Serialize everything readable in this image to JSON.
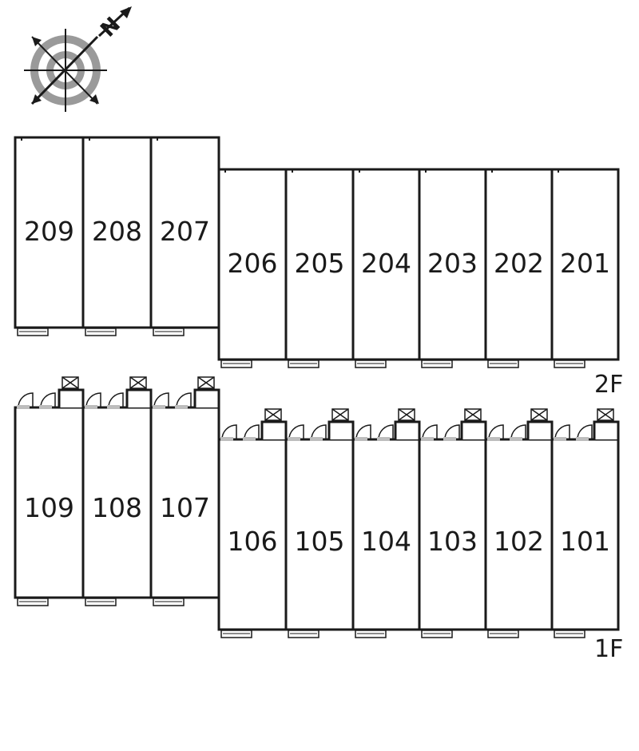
{
  "compass": {
    "north_label": "N",
    "icon": "compass-rose-icon"
  },
  "floors": [
    {
      "name": "2F",
      "units": [
        "209",
        "208",
        "207",
        "206",
        "205",
        "204",
        "203",
        "202",
        "201"
      ]
    },
    {
      "name": "1F",
      "units": [
        "109",
        "108",
        "107",
        "106",
        "105",
        "104",
        "103",
        "102",
        "101"
      ]
    }
  ],
  "colors": {
    "wall": "#1a1a1a",
    "compass_ring": "#9a9a9a",
    "door_fill": "#bdbdbd"
  }
}
